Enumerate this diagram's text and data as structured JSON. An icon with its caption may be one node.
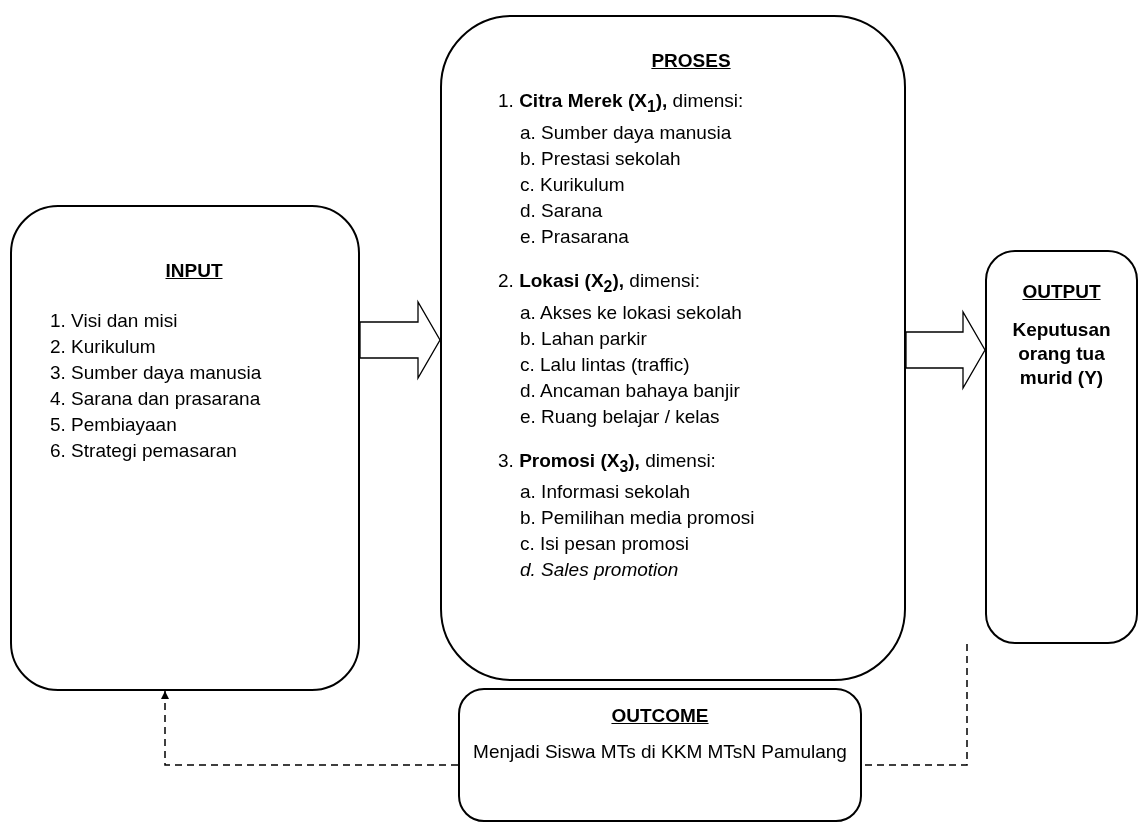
{
  "diagram": {
    "nodes": [
      {
        "text": [
          "INPUT",
          "1. Visi dan misi",
          "2. Kurikulum",
          "3. Sumber daya manusia",
          "4. Sarana dan prasarana",
          "5. Pembiayaan",
          "6. Strategi pemasaran"
        ]
      },
      {
        "text": [
          "PROSES",
          "1. **Citra Merek (X$_{1}$),** dimensi:",
          "a. Sumber daya manusia",
          "b. Prestasi sekolah",
          "c. Kurikulum",
          "d. Sarana",
          "e. Prasarana",
          "2. **Lokasi (X$_{2}$),** dimensi:",
          "a. Akses ke lokasi sekolah",
          "b. Lahan parkir",
          "c. Lalu lintas (traffic)",
          "d. Ancaman bahaya banjir",
          "e. Ruang belajar / kelas",
          "3. **Promosi (X$_{3}$),** dimensi:",
          "a. Informasi sekolah",
          "b. Pemilihan media promosi",
          "c. Isi pesan promosi",
          "*d. Sales promotion*"
        ]
      },
      {
        "text": [
          "OUTPUT",
          "Keputusan orang tua murid (Y)"
        ]
      },
      {
        "text": [
          "OUTCOME",
          "Menjadi Siswa MTs di KKM MTsN Pamulang"
        ]
      }
    ],
    "edges": [
      {
        "from": 0,
        "to": 1,
        "arrow": "to"
      },
      {
        "from": 1,
        "to": 2,
        "arrow": "to"
      },
      {
        "from": 3,
        "to": 0,
        "arrow": "to",
        "style": "dashed"
      },
      {
        "from": 2,
        "to": 3,
        "arrow": "none",
        "style": "dashed"
      }
    ]
  }
}
